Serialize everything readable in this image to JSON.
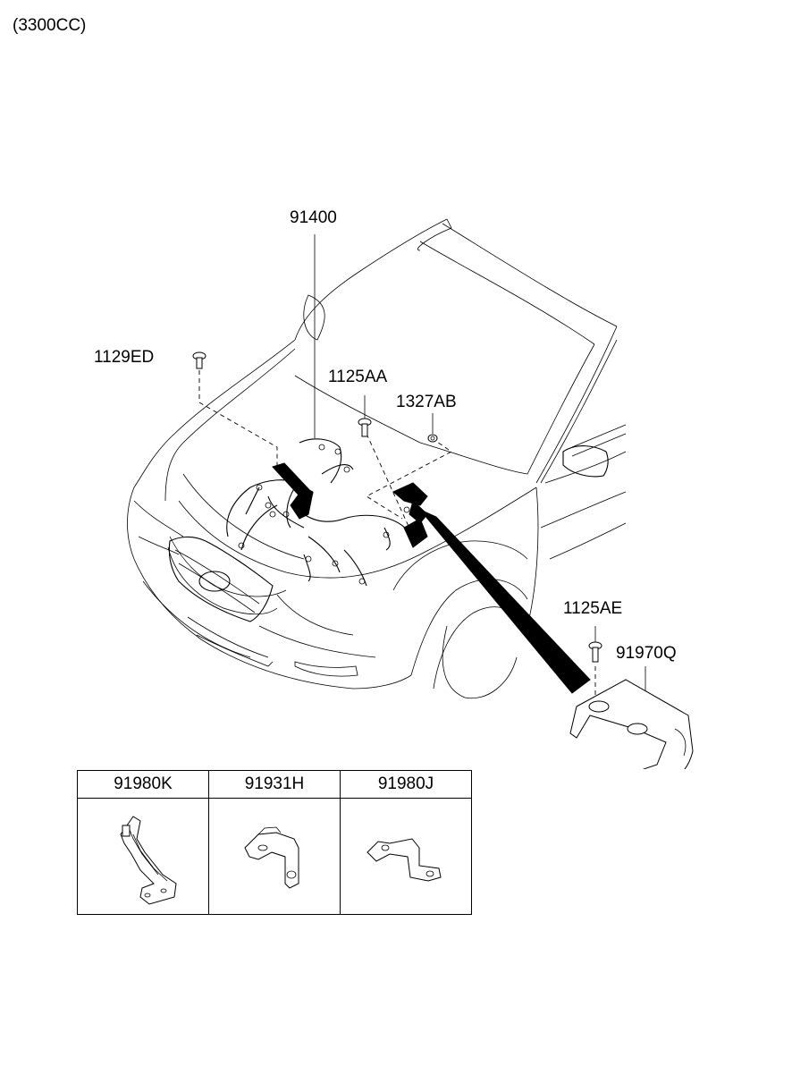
{
  "title": "(3300CC)",
  "callouts": {
    "harness": "91400",
    "bolt_left": "1129ED",
    "bolt_mid": "1125AA",
    "clip": "1327AB",
    "bolt_right": "1125AE",
    "cover": "91970Q"
  },
  "kit_table": {
    "headers": [
      "91980K",
      "91931H",
      "91980J"
    ]
  }
}
